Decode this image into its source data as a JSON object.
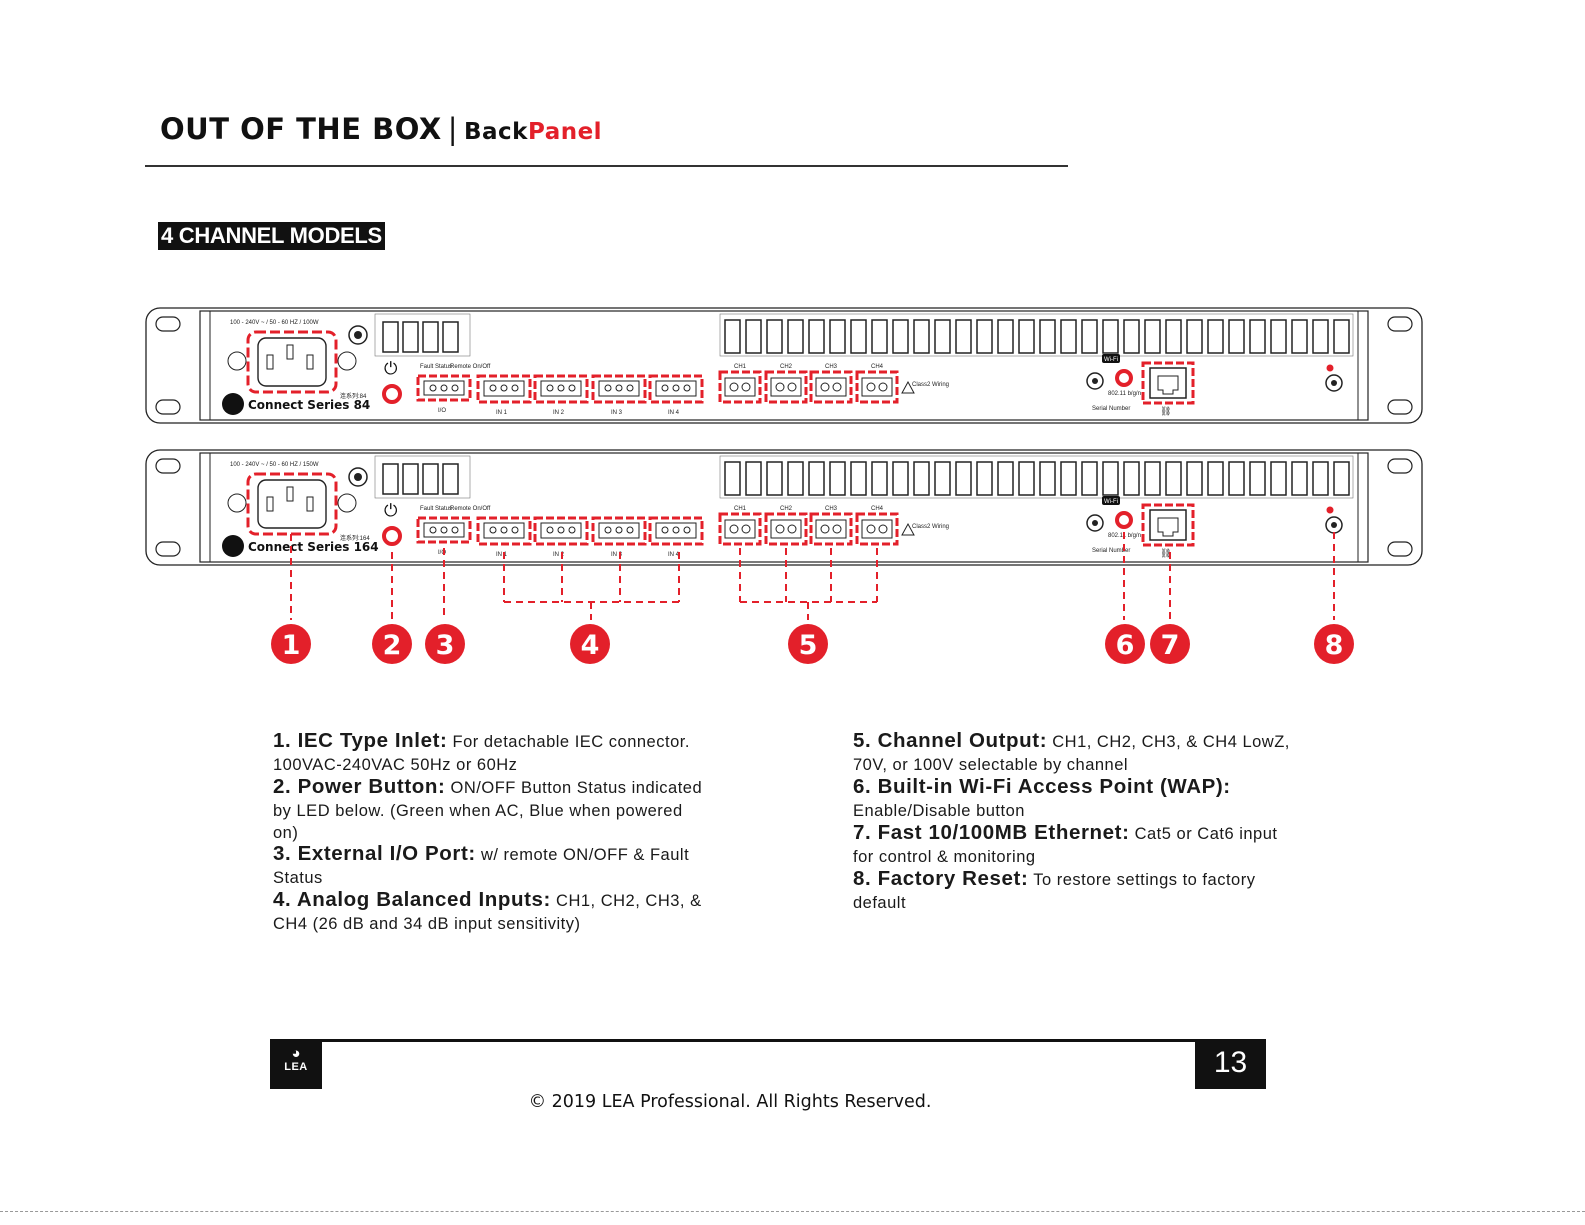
{
  "header": {
    "title_main": "OUT OF THE BOX",
    "title_sep": "|",
    "title_back": "Back",
    "title_panel": "Panel"
  },
  "section_label": "4 CHANNEL MODELS",
  "panels": [
    {
      "power_spec": "100 - 240V ~ / 50 - 60 HZ / 100W",
      "brand": "Connect Series 84",
      "model_tag": "连系列:84"
    },
    {
      "power_spec": "100 - 240V ~ / 50 - 60 HZ / 150W",
      "brand": "Connect Series 164",
      "model_tag": "连系列:164"
    }
  ],
  "panel_labels": {
    "io": "I/O",
    "inputs": [
      "IN 1",
      "IN 2",
      "IN 3",
      "IN 4"
    ],
    "channels": [
      "CH1",
      "CH2",
      "CH3",
      "CH4"
    ],
    "class2": "Class2 Wiring",
    "wifi": "Wi-Fi",
    "wifi_std": "802.11 b/g/n",
    "serial": "Serial Number",
    "fault": "Fault Status",
    "remote": "Remote On/Off"
  },
  "callouts": [
    "1",
    "2",
    "3",
    "4",
    "5",
    "6",
    "7",
    "8"
  ],
  "descriptions": [
    {
      "num_title": "1. IEC Type Inlet:",
      "text": " For detachable IEC connector. 100VAC-240VAC 50Hz or 60Hz"
    },
    {
      "num_title": "2. Power Button:",
      "text": " ON/OFF Button Status indicated by LED below. (Green when AC, Blue when powered on)"
    },
    {
      "num_title": "3. External I/O Port:",
      "text": " w/ remote ON/OFF & Fault Status"
    },
    {
      "num_title": "4. Analog Balanced Inputs:",
      "text": " CH1, CH2, CH3, & CH4 (26 dB and 34 dB input sensitivity)"
    },
    {
      "num_title": "5. Channel Output:",
      "text": " CH1, CH2, CH3, & CH4 LowZ, 70V, or 100V selectable by channel"
    },
    {
      "num_title": "6. Built-in Wi-Fi Access Point (WAP):",
      "text": " Enable/Disable button"
    },
    {
      "num_title": "7. Fast 10/100MB Ethernet:",
      "text": " Cat5 or Cat6 input for control & monitoring"
    },
    {
      "num_title": "8. Factory Reset:",
      "text": " To restore settings to factory default"
    }
  ],
  "footer": {
    "logo_text": "LEA",
    "page_number": "13",
    "copyright": "© 2019 LEA Professional. All Rights Reserved."
  },
  "colors": {
    "accent_red": "#e3202a",
    "black": "#111111"
  }
}
